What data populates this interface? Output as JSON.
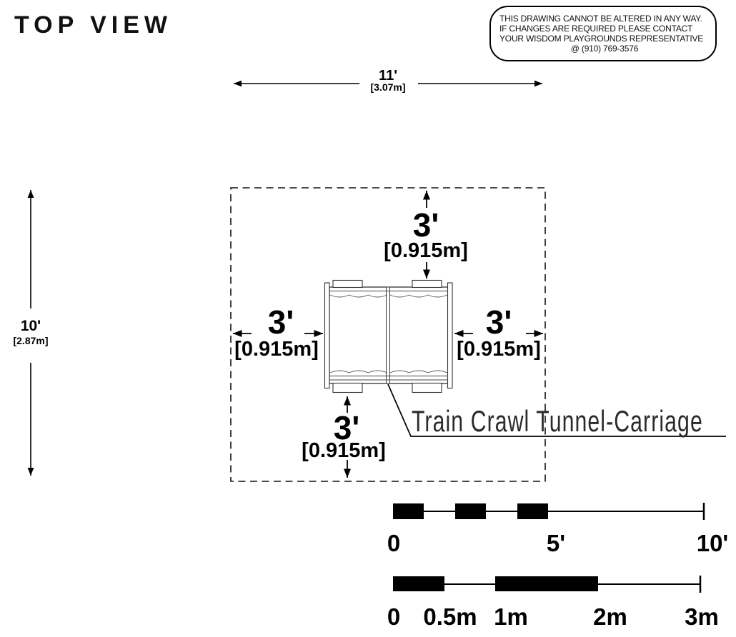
{
  "title": "TOP VIEW",
  "disclaimer": {
    "line1": "THIS DRAWING CANNOT BE ALTERED IN ANY WAY.",
    "line2": "IF CHANGES ARE REQUIRED PLEASE CONTACT",
    "line3": "YOUR WISDOM PLAYGROUNDS REPRESENTATIVE",
    "line4": "@ (910) 769-3576"
  },
  "dimensions": {
    "overall_width": {
      "imperial": "11'",
      "metric": "[3.07m]"
    },
    "overall_depth": {
      "imperial": "10'",
      "metric": "[2.87m]"
    },
    "clearance_top": {
      "imperial": "3'",
      "metric": "[0.915m]"
    },
    "clearance_left": {
      "imperial": "3'",
      "metric": "[0.915m]"
    },
    "clearance_right": {
      "imperial": "3'",
      "metric": "[0.915m]"
    },
    "clearance_bottom": {
      "imperial": "3'",
      "metric": "[0.915m]"
    }
  },
  "equipment": {
    "label": "Train Crawl Tunnel-Carriage"
  },
  "scale_bars": {
    "feet": {
      "labels": [
        "0",
        "5'",
        "10'"
      ]
    },
    "meters": {
      "labels": [
        "0",
        "0.5m",
        "1m",
        "2m",
        "3m"
      ]
    }
  },
  "colors": {
    "ink": "#000000",
    "paper": "#ffffff"
  }
}
